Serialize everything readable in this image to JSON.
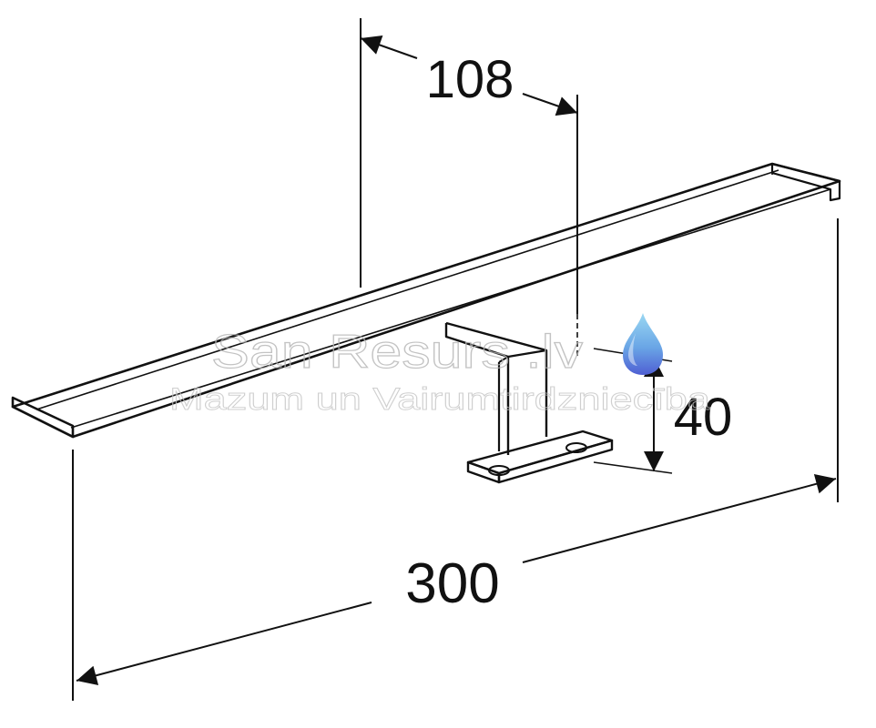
{
  "dimensions": {
    "offset_label": "108",
    "height_label": "40",
    "length_label": "300"
  },
  "watermark": {
    "title": "San Resurs .lv",
    "subtitle": "Mazum un Vairumtirdzniecība",
    "icon": "water-drop-icon",
    "colors": {
      "drop_light": "#8fd0ee",
      "drop_dark": "#5a6fd8"
    }
  }
}
